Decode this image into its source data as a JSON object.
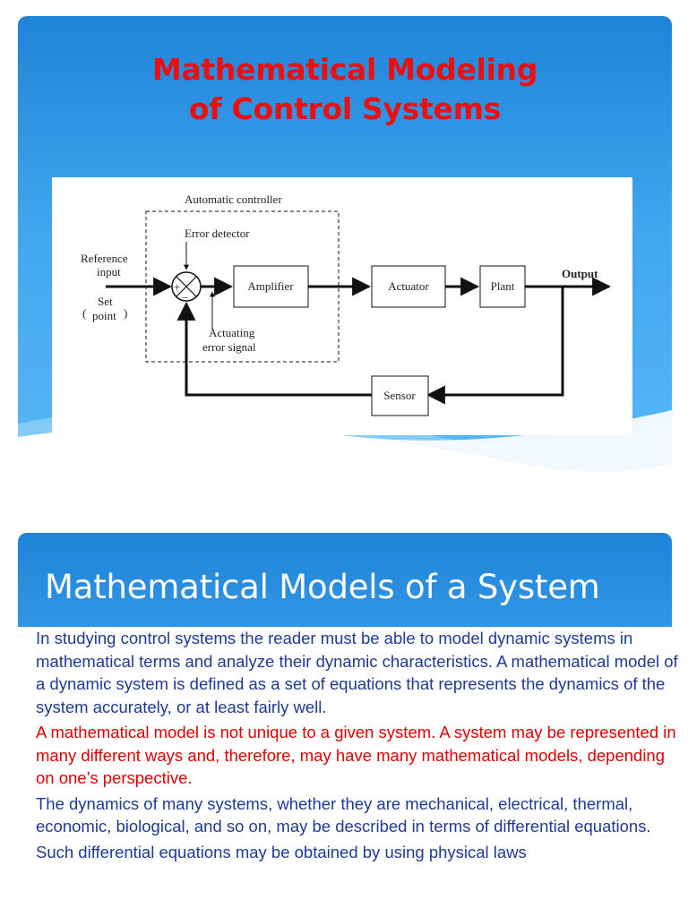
{
  "slide1": {
    "title_line1": "Mathematical Modeling",
    "title_line2": "of Control Systems",
    "title_color": "#ee0e0e",
    "diagram": {
      "automatic_controller_label": "Automatic controller",
      "error_detector_label": "Error detector",
      "reference_input_line1": "Reference",
      "reference_input_line2": "input",
      "set_point_line1": "Set",
      "set_point_line2": "point",
      "amplifier_label": "Amplifier",
      "actuator_label": "Actuator",
      "plant_label": "Plant",
      "output_label": "Output",
      "sensor_label": "Sensor",
      "actuating_line1": "Actuating",
      "actuating_line2": "error signal",
      "plus_sign": "+",
      "minus_sign": "−"
    }
  },
  "slide2": {
    "title": "Mathematical Models of a System",
    "paragraphs": [
      {
        "text": "In studying control systems the reader must be able to model dynamic systems in mathematical terms and analyze their dynamic characteristics. A mathematical model of a dynamic system is defined as a set of equations that represents the dynamics of the system accurately, or at least fairly well.",
        "color": "#1f3a93"
      },
      {
        "text": "A mathematical model is not unique to a given system. A system may be represented in many different ways and, therefore, may have many mathematical models, depending on one’s perspective.",
        "color": "#e00000"
      },
      {
        "text": "The dynamics of many systems, whether they are mechanical, electrical, thermal, economic, biological, and so on, may be described in terms of differential equations.",
        "color": "#1f3a93"
      },
      {
        "text": "Such differential equations may be obtained by using physical laws",
        "color": "#1f3a93"
      }
    ]
  },
  "colors": {
    "slide_blue_top": "#1f83d8",
    "slide_blue_bottom": "#5ab9f6",
    "body_text": "#1f3a93",
    "emphasis_text": "#e00000"
  }
}
